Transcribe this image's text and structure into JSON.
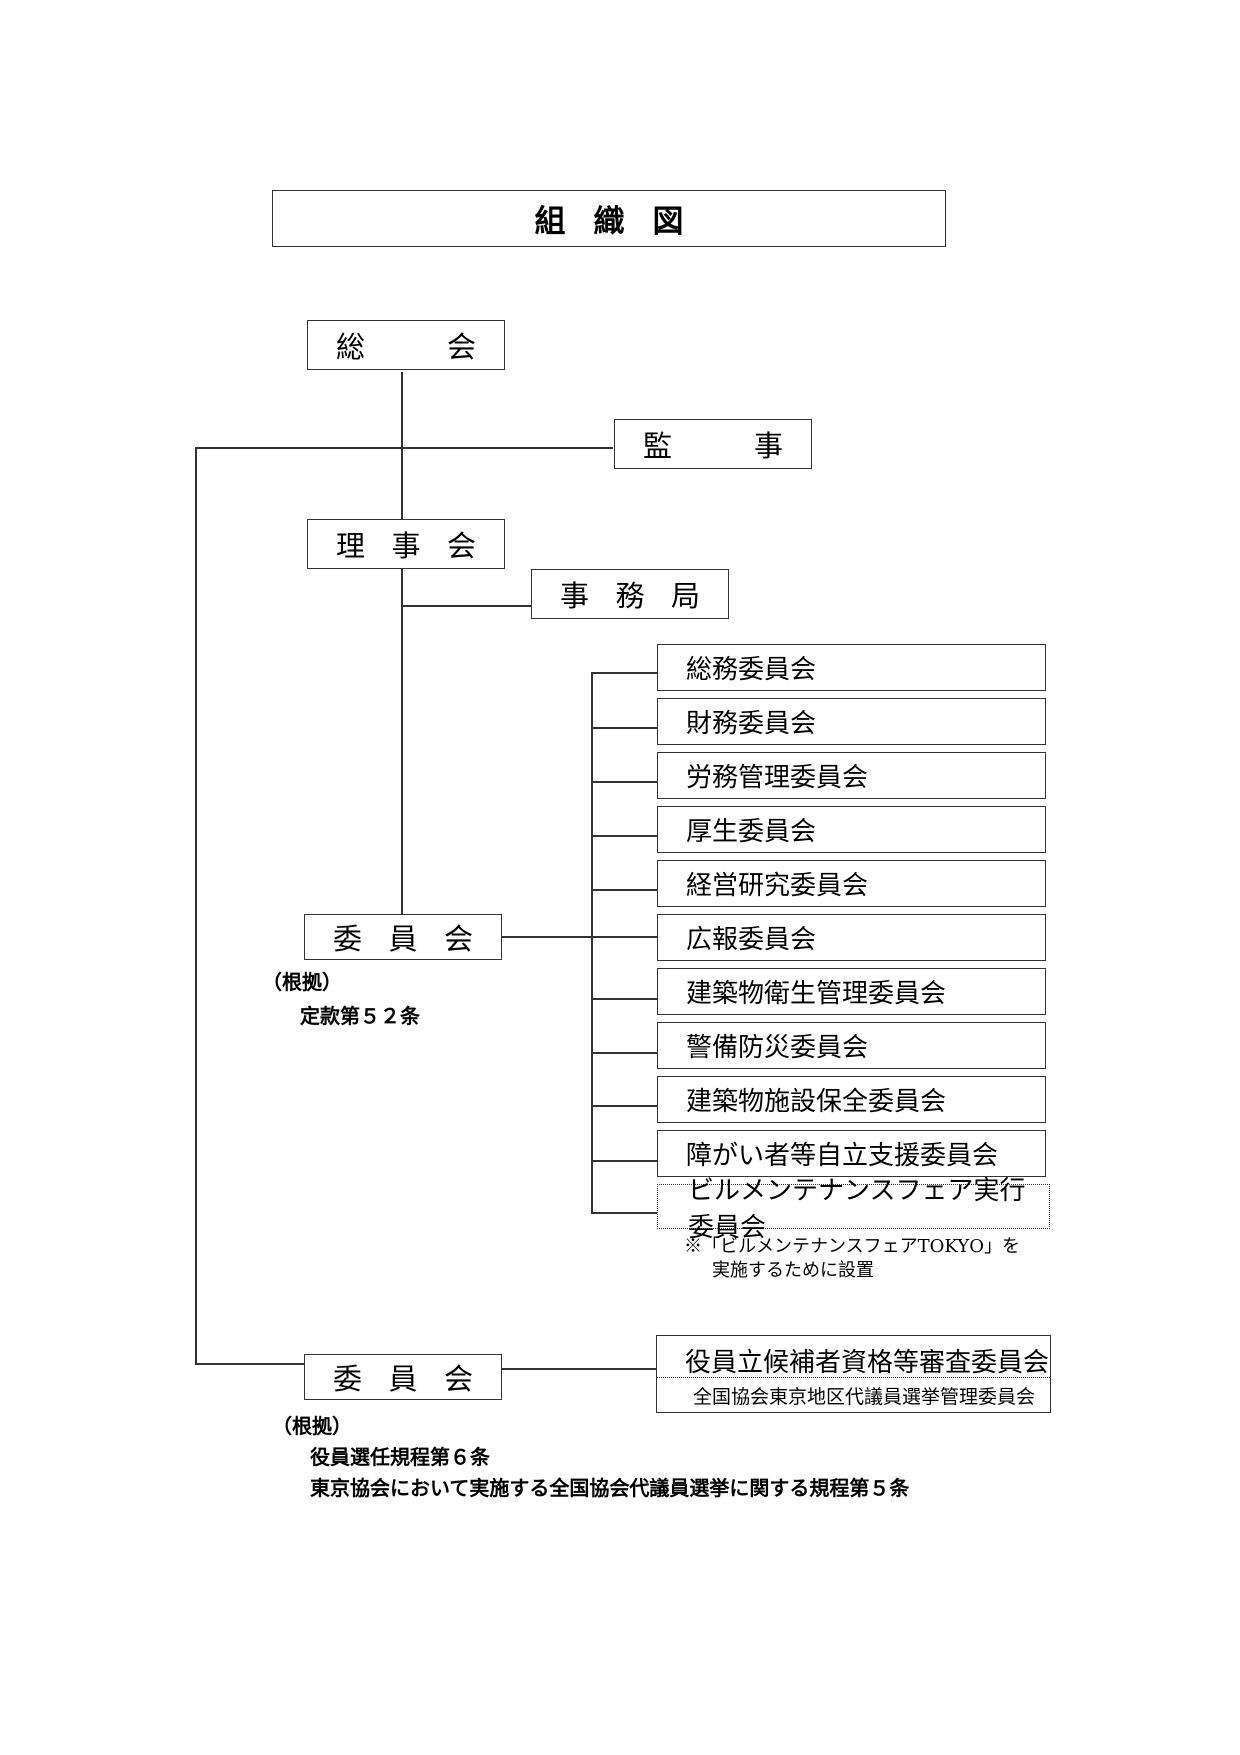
{
  "title": [
    "組",
    "織",
    "図"
  ],
  "general_assembly": [
    "総",
    "会"
  ],
  "auditor": [
    "監",
    "事"
  ],
  "board": [
    "理",
    "事",
    "会"
  ],
  "secretariat": [
    "事",
    "務",
    "局"
  ],
  "committee_a": {
    "label": [
      "委",
      "員",
      "会"
    ],
    "basis_heading": "（根拠）",
    "basis_lines": [
      "定款第５２条"
    ],
    "children": [
      "総務委員会",
      "財務委員会",
      "労務管理委員会",
      "厚生委員会",
      "経営研究委員会",
      "広報委員会",
      "建築物衛生管理委員会",
      "警備防災委員会",
      "建築物施設保全委員会",
      "障がい者等自立支援委員会",
      "ビルメンテナンスフェア実行委員会"
    ],
    "fair_note_line1": "※「ビルメンテナンスフェアTOKYO」を",
    "fair_note_line2": "実施するために設置"
  },
  "committee_b": {
    "label": [
      "委",
      "員",
      "会"
    ],
    "basis_heading": "（根拠）",
    "basis_lines": [
      "役員選任規程第６条",
      "東京協会において実施する全国協会代議員選挙に関する規程第５条"
    ],
    "children": [
      "役員立候補者資格等審査委員会",
      "全国協会東京地区代議員選挙管理委員会"
    ]
  }
}
